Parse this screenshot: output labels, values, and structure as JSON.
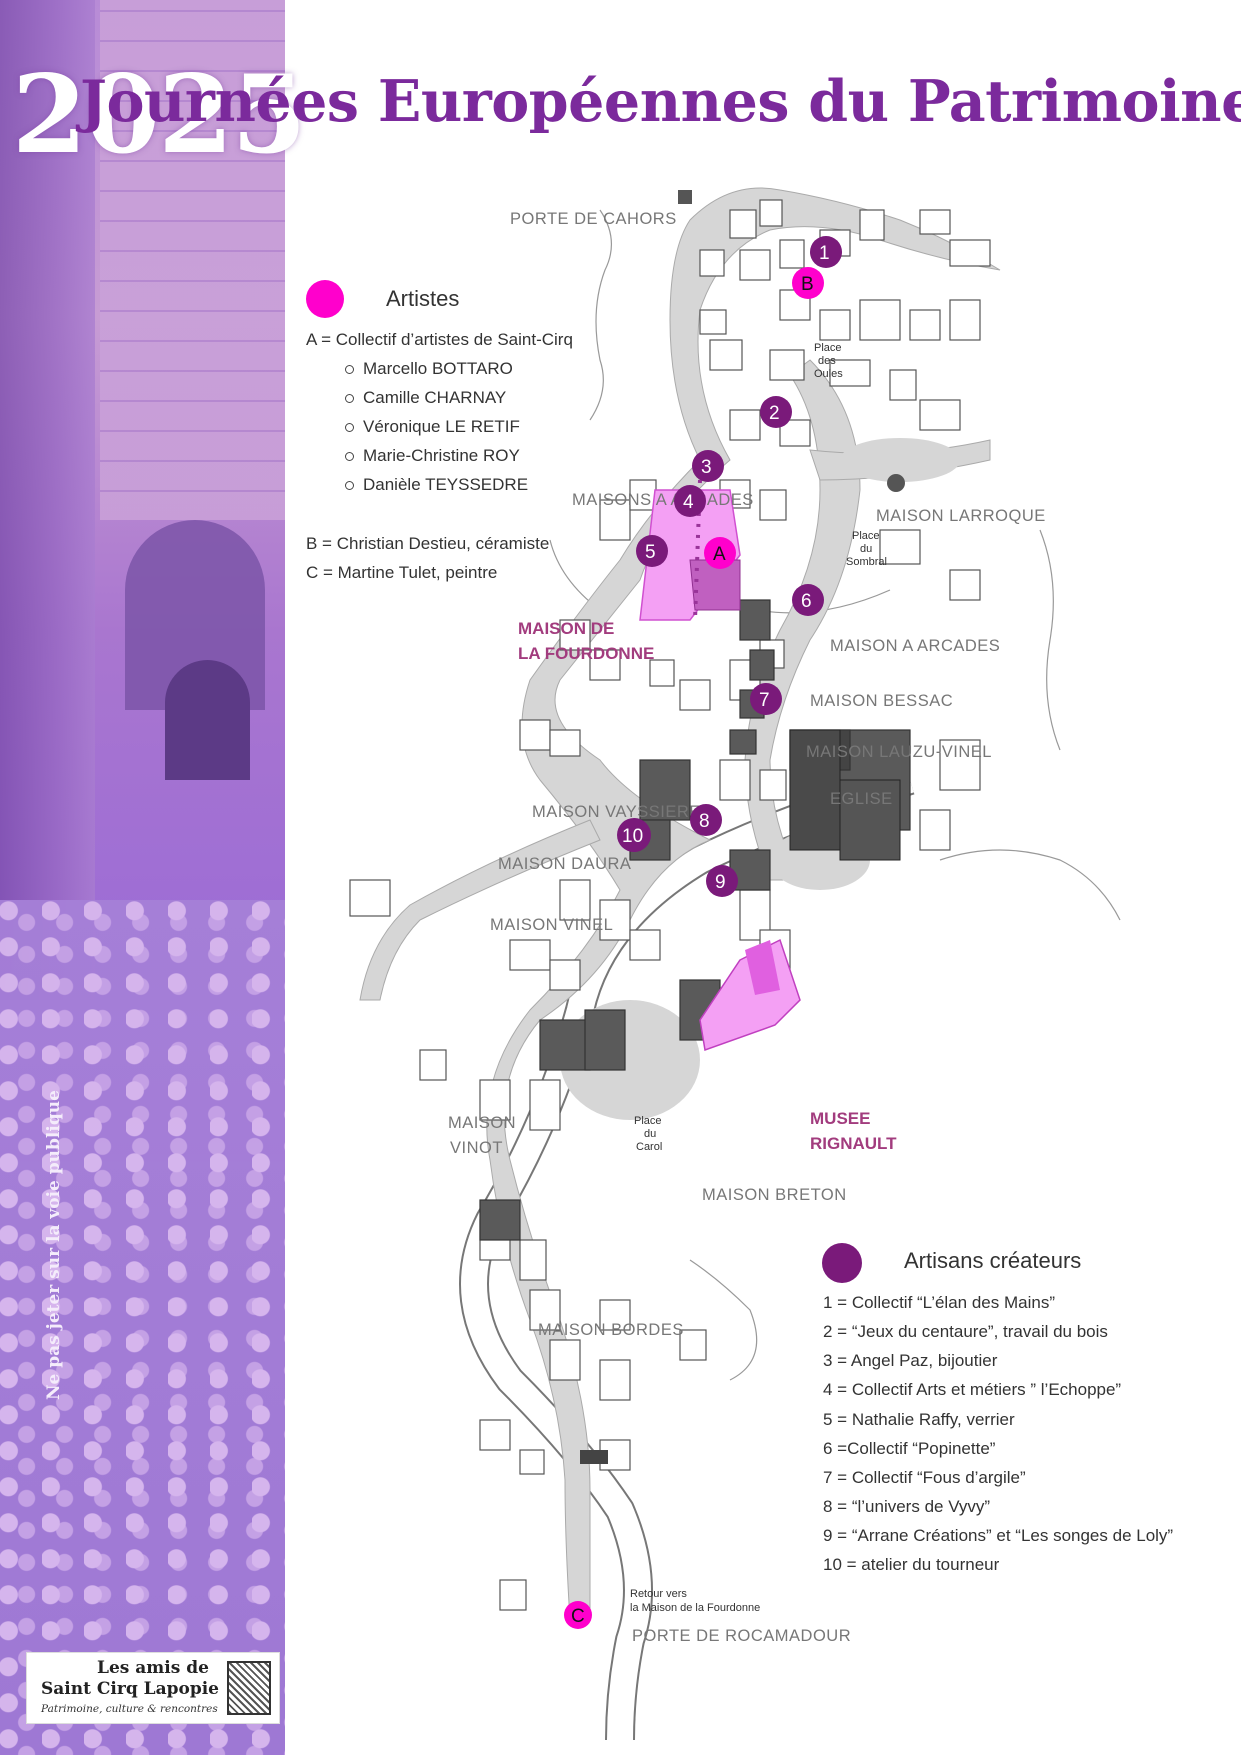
{
  "header": {
    "year": "2025",
    "title": "Journées  Européennes du Patrimoine"
  },
  "sidebar": {
    "vertical_text": "Ne pas jeter sur la voie publique"
  },
  "logo": {
    "line1": "Les amis de",
    "line2": "Saint Cirq Lapopie",
    "tagline": "Patrimoine, culture & rencontres"
  },
  "colors": {
    "artist_marker": "#ff00cc",
    "artisan_marker": "#7a1a7a",
    "title": "#7b2a9c",
    "highlight_area": "#f08af0"
  },
  "artistes": {
    "heading": "Artistes",
    "a_label": "A = Collectif d’artistes de Saint-Cirq",
    "members": [
      "Marcello BOTTARO",
      "Camille CHARNAY",
      "Véronique LE RETIF",
      "Marie-Christine ROY",
      "Danièle TEYSSEDRE"
    ],
    "b_label": "B = Christian Destieu, céramiste",
    "c_label": "C = Martine Tulet, peintre"
  },
  "artisans": {
    "heading": "Artisans créateurs",
    "items": [
      "1 = Collectif “L’élan des Mains”",
      "2 = “Jeux du centaure”, travail du bois",
      "3 = Angel Paz, bijoutier",
      "4 = Collectif Arts et métiers ” l’Echoppe”",
      "5 = Nathalie Raffy, verrier",
      "6 =Collectif “Popinette”",
      "7 = Collectif “Fous d’argile”",
      "8 =  “l’univers de Vyvy”",
      "9 = “Arrane Créations” et “Les songes de Loly”",
      "10 = atelier du tourneur"
    ]
  },
  "map": {
    "labels": {
      "porte_cahors": "PORTE DE CAHORS",
      "place_oules_1": "Place",
      "place_oules_2": "des",
      "place_oules_3": "Oules",
      "maisons_arcades": "MAISONS A ARCADES",
      "maison_larroque": "MAISON LARROQUE",
      "place_sombral_1": "Place",
      "place_sombral_2": "du",
      "place_sombral_3": "Sombral",
      "fourdonne_1": "MAISON DE",
      "fourdonne_2": "LA FOURDONNE",
      "maison_arcades": "MAISON A ARCADES",
      "maison_bessac": "MAISON BESSAC",
      "maison_lauzu": "MAISON LAUZU-VINEL",
      "eglise": "EGLISE",
      "maison_vayssieres": "MAISON VAYSSIERES",
      "maison_daura": "MAISON DAURA",
      "maison_vinel": "MAISON VINEL",
      "maison_vinot_1": "MAISON",
      "maison_vinot_2": "VINOT",
      "place_carol_1": "Place",
      "place_carol_2": "du",
      "place_carol_3": "Carol",
      "musee_1": "MUSEE",
      "musee_2": "RIGNAULT",
      "maison_breton": "MAISON BRETON",
      "maison_bordes": "MAISON BORDES",
      "retour_1": "Retour vers",
      "retour_2": "la Maison de la Fourdonne",
      "porte_rocamadour": "PORTE DE ROCAMADOUR"
    },
    "markers": {
      "m1": "1",
      "m2": "2",
      "m3": "3",
      "m4": "4",
      "m5": "5",
      "m6": "6",
      "m7": "7",
      "m8": "8",
      "m9": "9",
      "m10": "10",
      "mA": "A",
      "mB": "B",
      "mC": "C"
    }
  }
}
